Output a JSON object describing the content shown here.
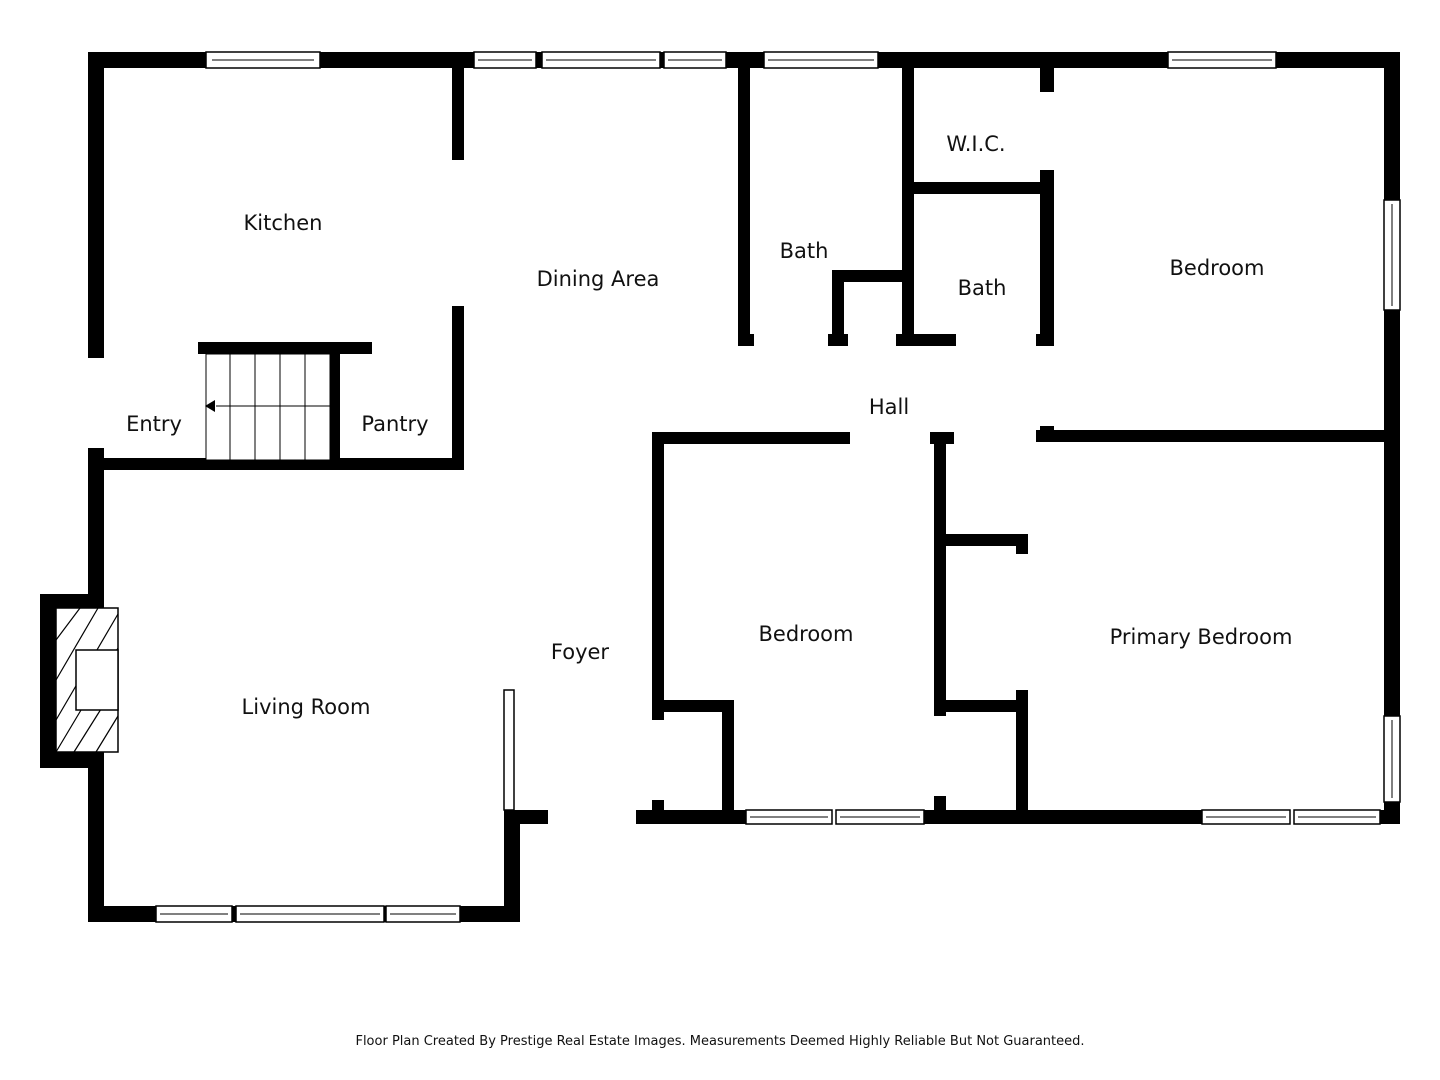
{
  "floor_plan": {
    "rooms": [
      {
        "id": "kitchen",
        "label": "Kitchen"
      },
      {
        "id": "dining-area",
        "label": "Dining Area"
      },
      {
        "id": "bath-1",
        "label": "Bath"
      },
      {
        "id": "wic",
        "label": "W.I.C."
      },
      {
        "id": "bath-2",
        "label": "Bath"
      },
      {
        "id": "bedroom-1",
        "label": "Bedroom"
      },
      {
        "id": "entry",
        "label": "Entry"
      },
      {
        "id": "pantry",
        "label": "Pantry"
      },
      {
        "id": "hall",
        "label": "Hall"
      },
      {
        "id": "bedroom-2",
        "label": "Bedroom"
      },
      {
        "id": "primary-bedroom",
        "label": "Primary Bedroom"
      },
      {
        "id": "foyer",
        "label": "Foyer"
      },
      {
        "id": "living-room",
        "label": "Living Room"
      }
    ],
    "colors": {
      "wall": "#000000",
      "background": "#ffffff",
      "label": "#111111"
    }
  },
  "footer": {
    "note": "Floor Plan Created By Prestige Real Estate Images. Measurements Deemed Highly Reliable But Not Guaranteed."
  }
}
